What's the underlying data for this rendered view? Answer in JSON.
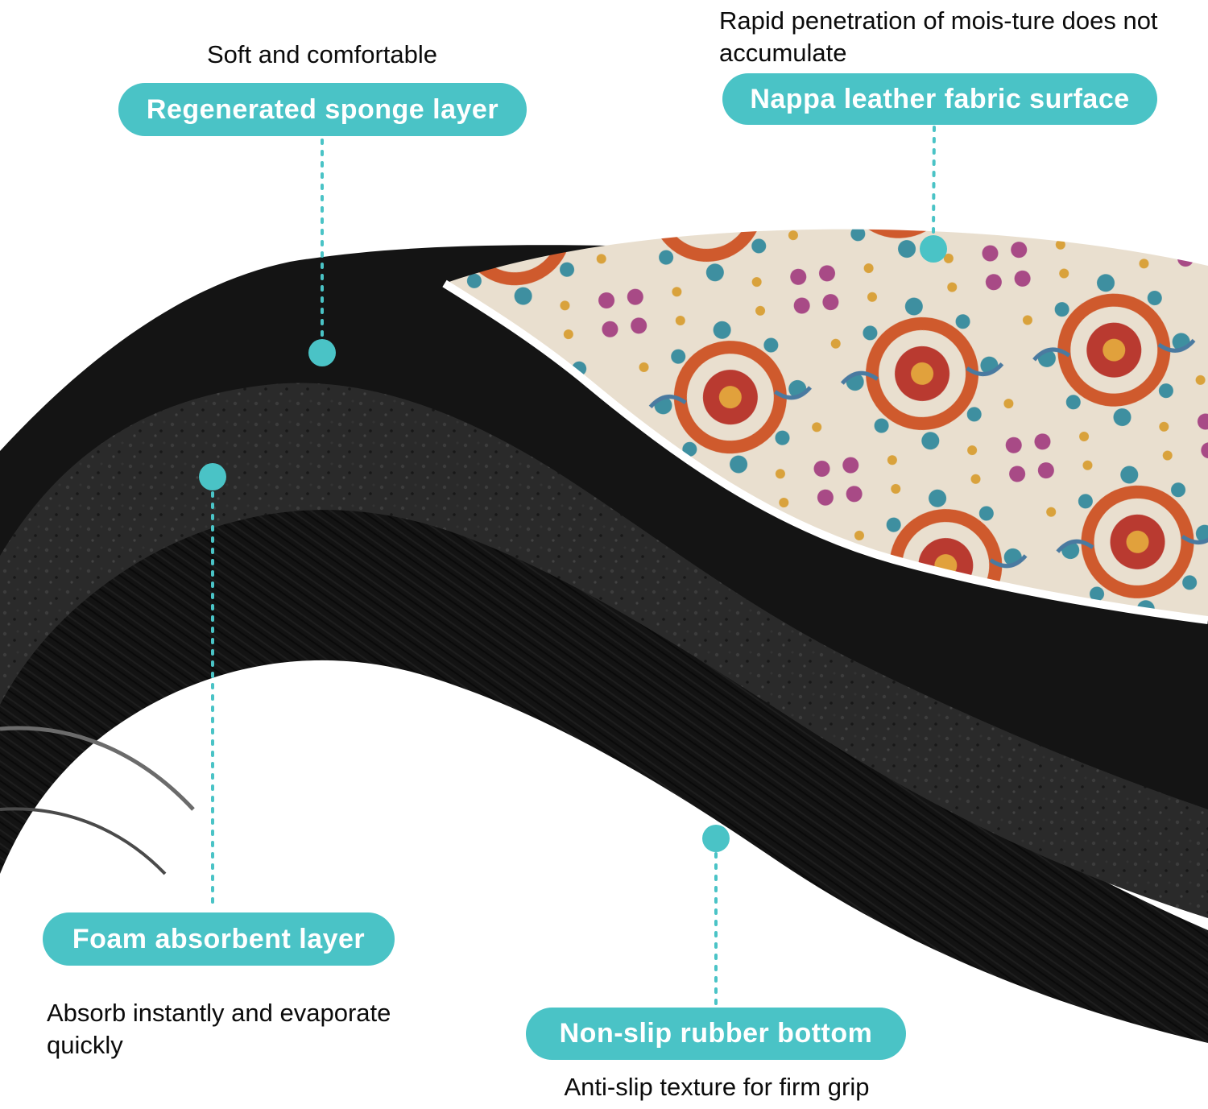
{
  "colors": {
    "accent": "#4AC3C6",
    "rug_base": "#E9DFCF",
    "mat_black": "#141414"
  },
  "callouts": {
    "sponge": {
      "note": "Soft and comfortable",
      "label": "Regenerated sponge layer"
    },
    "fabric": {
      "note": "Rapid penetration of mois-ture does not accumulate",
      "label": "Nappa leather fabric surface"
    },
    "foam": {
      "label": "Foam absorbent layer",
      "note": "Absorb instantly and evaporate quickly"
    },
    "rubber": {
      "label": "Non-slip rubber bottom",
      "note": "Anti-slip texture for firm grip"
    }
  }
}
